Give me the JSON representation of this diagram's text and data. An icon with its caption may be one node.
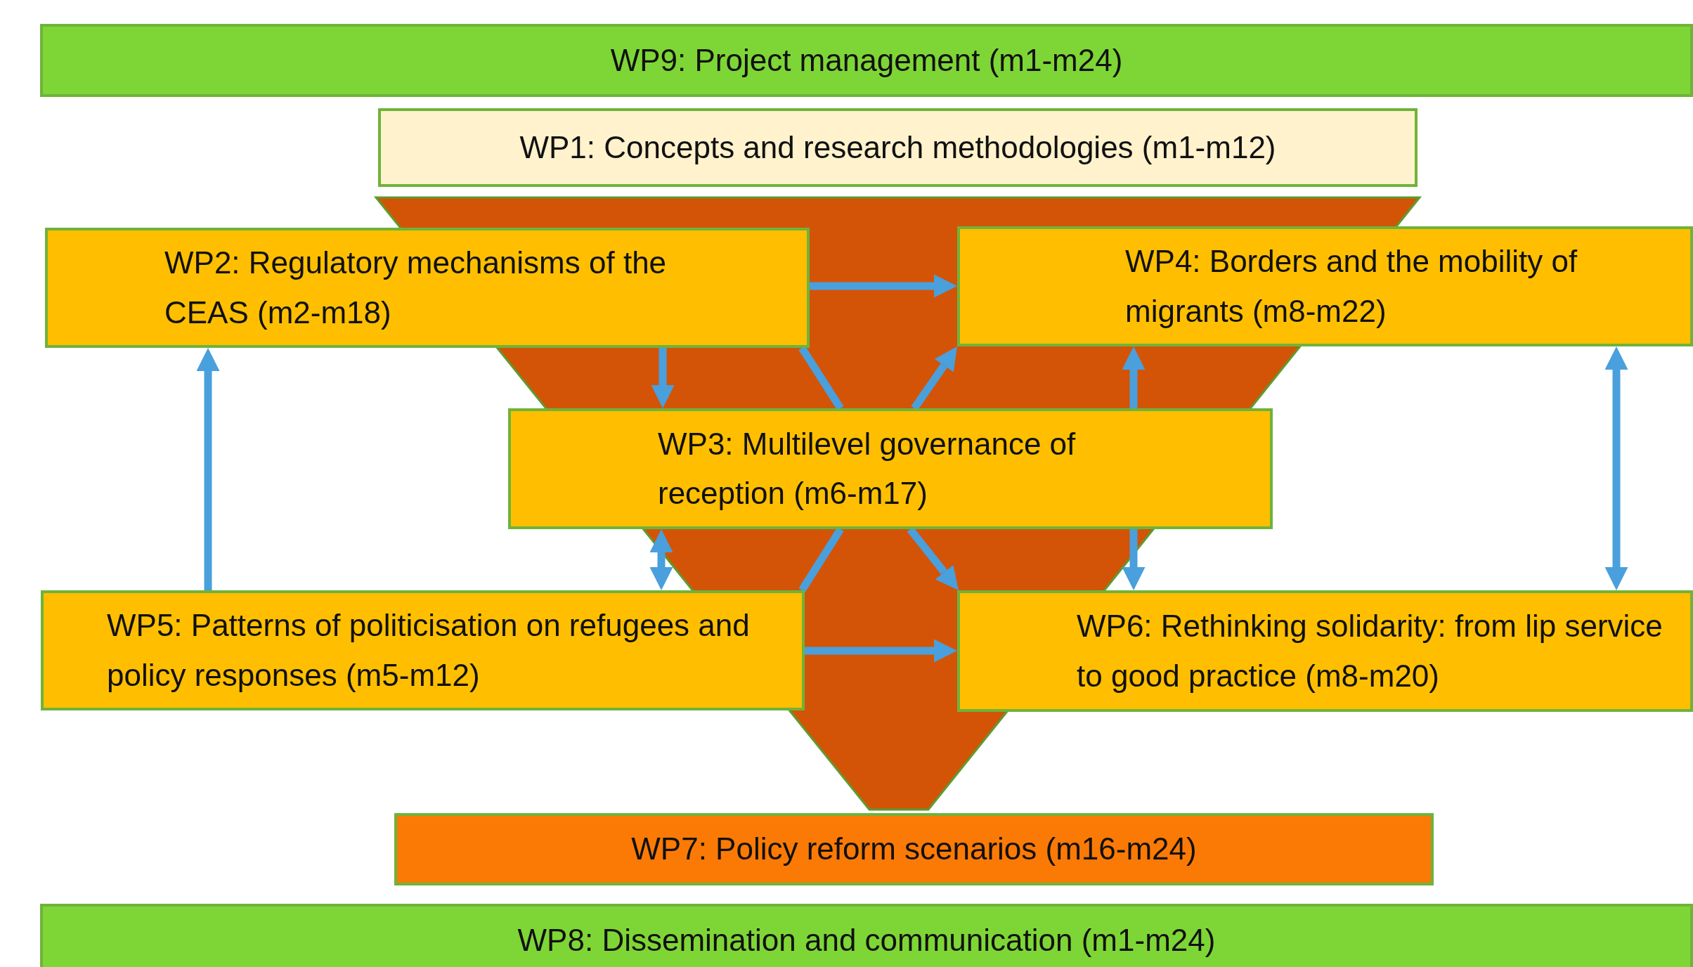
{
  "diagram": {
    "nodes": [
      {
        "text": [
          "WP9: Project management (m1-m24)"
        ]
      },
      {
        "text": [
          "WP1: Concepts and research methodologies (m1-m12)"
        ]
      },
      {
        "text": [
          "WP2: Regulatory mechanisms of the CEAS (m2-m18)"
        ]
      },
      {
        "text": [
          "WP4: Borders and the mobility of migrants (m8-m22)"
        ]
      },
      {
        "text": [
          "WP3: Multilevel governance of reception (m6-m17)"
        ]
      },
      {
        "text": [
          "WP5: Patterns of politicisation on refugees and policy responses (m5-m12)"
        ]
      },
      {
        "text": [
          "WP6: Rethinking solidarity: from lip service to good practice (m8-m20)"
        ]
      },
      {
        "text": [
          "WP7: Policy reform scenarios (m16-m24)"
        ]
      },
      {
        "text": [
          "WP8: Dissemination and communication (m1-m24)"
        ]
      }
    ],
    "edges": [
      {
        "from": 5,
        "to": 2,
        "arrow": "to"
      },
      {
        "from": 2,
        "to": 3,
        "arrow": "to"
      },
      {
        "from": 2,
        "to": 4,
        "arrow": "to"
      },
      {
        "from": 2,
        "to": 4,
        "arrow": "none"
      },
      {
        "from": 4,
        "to": 6,
        "arrow": "to"
      },
      {
        "from": 5,
        "to": 4,
        "arrow": "none"
      },
      {
        "from": 4,
        "to": 3,
        "arrow": "to"
      },
      {
        "from": 4,
        "to": 3,
        "arrow": "to"
      },
      {
        "from": 4,
        "to": 6,
        "arrow": "to"
      },
      {
        "from": 4,
        "to": 5,
        "arrow": "both"
      },
      {
        "from": 5,
        "to": 6,
        "arrow": "to"
      },
      {
        "from": 3,
        "to": 6,
        "arrow": "both"
      }
    ]
  }
}
